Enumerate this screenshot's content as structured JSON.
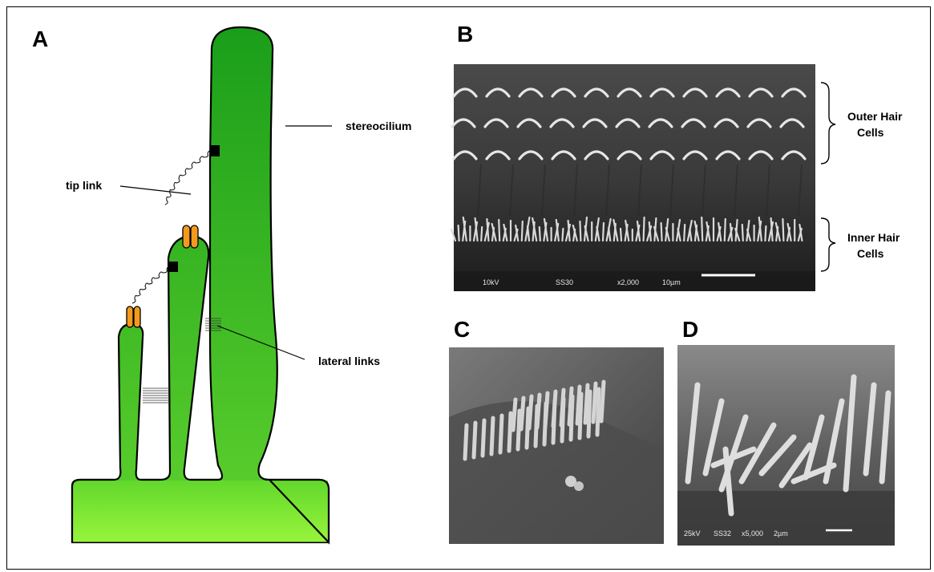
{
  "panels": {
    "a": {
      "letter": "A"
    },
    "b": {
      "letter": "B"
    },
    "c": {
      "letter": "C"
    },
    "d": {
      "letter": "D"
    }
  },
  "diagram_labels": {
    "stereocilium": "stereocilium",
    "tip_link": "tip link",
    "lateral_links": "lateral links"
  },
  "sem_labels": {
    "outer_line1": "Outer Hair",
    "outer_line2": "Cells",
    "inner_line1": "Inner Hair",
    "inner_line2": "Cells"
  },
  "micrograph_b": {
    "voltage": "10kV",
    "code": "SS30",
    "magnification": "x2,000",
    "scale": "10µm"
  },
  "micrograph_d": {
    "voltage": "25kV",
    "code": "SS32",
    "magnification": "x5,000",
    "scale": "2µm"
  },
  "colors": {
    "cilia_dark": "#1a9e1a",
    "cilia_light": "#8ef03a",
    "channel": "#f39a1e",
    "outline": "#000000"
  }
}
